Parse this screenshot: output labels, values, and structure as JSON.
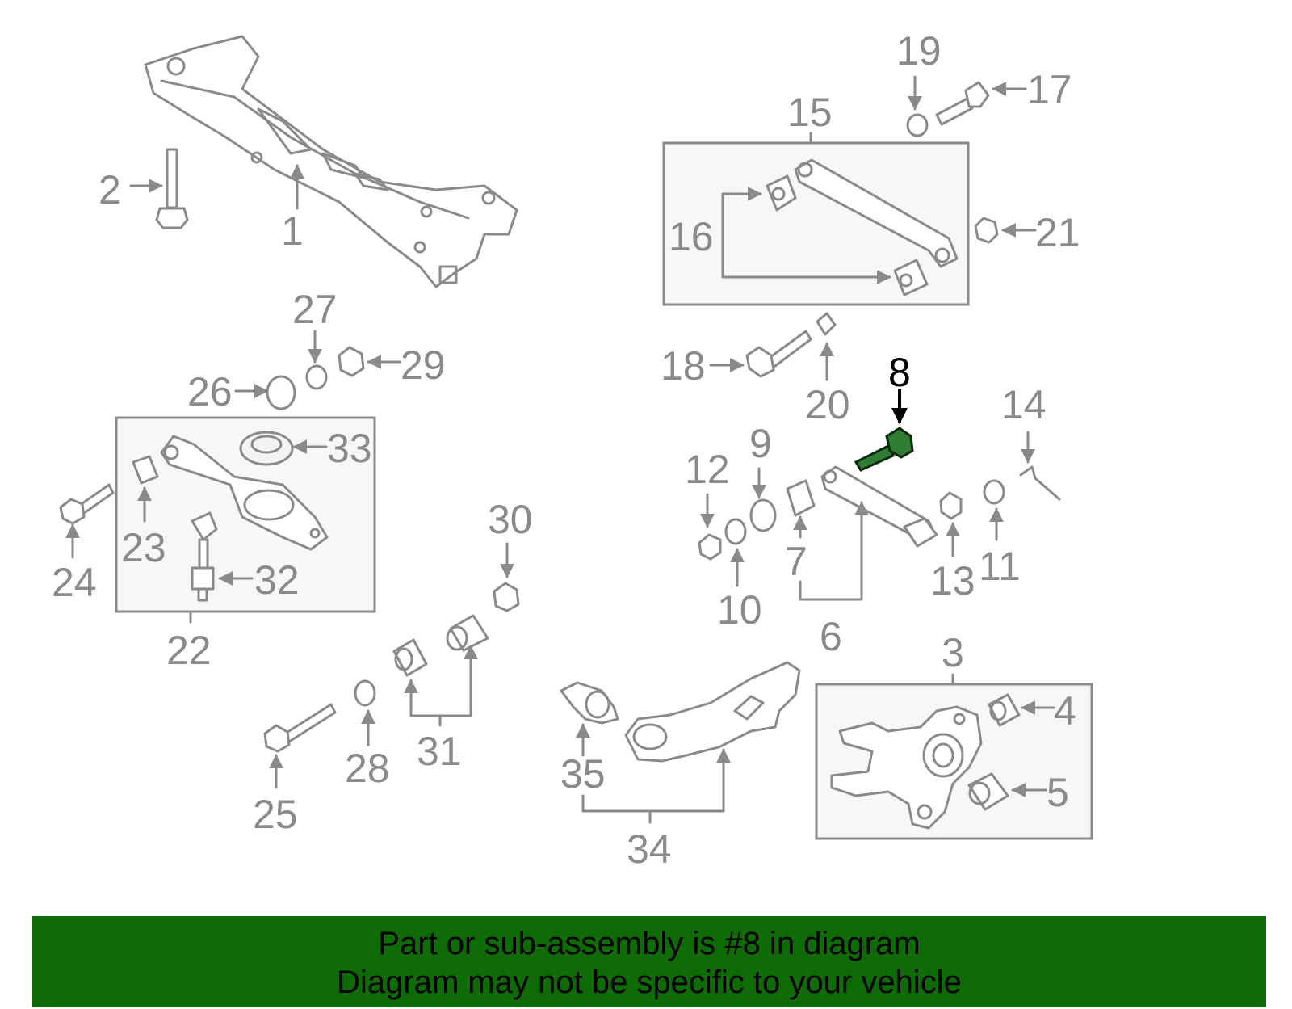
{
  "diagram": {
    "highlight_part": "8",
    "highlight_color": "#2e7d32",
    "banner_color": "#0e6b06",
    "callouts": [
      "1",
      "2",
      "3",
      "4",
      "5",
      "6",
      "7",
      "8",
      "9",
      "10",
      "11",
      "12",
      "13",
      "14",
      "15",
      "16",
      "17",
      "18",
      "19",
      "20",
      "21",
      "22",
      "23",
      "24",
      "25",
      "26",
      "27",
      "28",
      "29",
      "30",
      "31",
      "32",
      "33",
      "34",
      "35"
    ]
  },
  "banner": {
    "line1": "Part or sub-assembly is #8 in diagram",
    "line2": "Diagram may not be specific to your vehicle"
  }
}
